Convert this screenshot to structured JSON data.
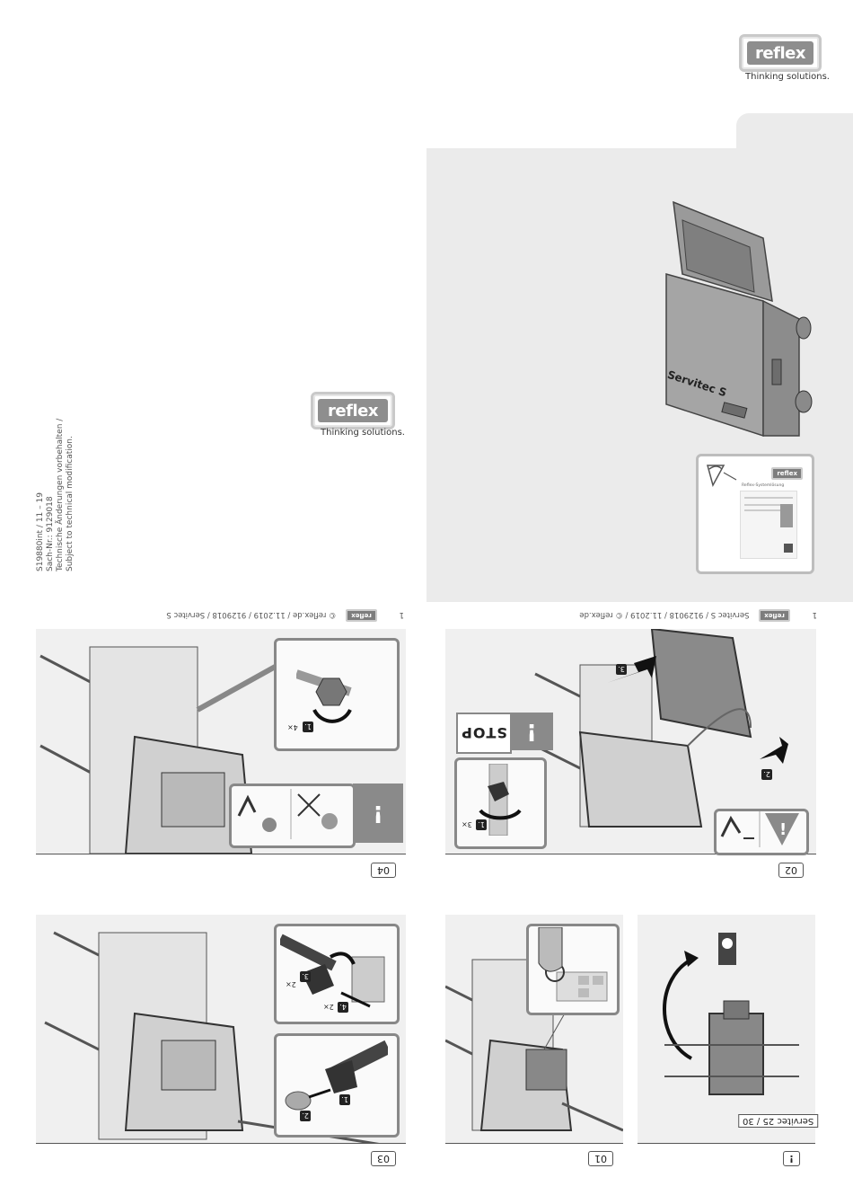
{
  "brand": {
    "name": "reflex",
    "tagline": "Thinking solutions."
  },
  "cover": {
    "product_label": "Servitec S",
    "card_title": "Reflex-Systemlösung",
    "icon_name": "eye-read-manual-icon"
  },
  "backside": {
    "doc_lines": [
      "S19880int / 11 – 19",
      "Sach-Nr.: 9129018",
      "Technische Änderungen vorbehalten /",
      "Subject to technical modification."
    ]
  },
  "footers": {
    "left": "© reflex.de / 11.2019 / 9129018 / Servitec S",
    "left_page": "1",
    "right": "Servitec S / 9129018 / 11.2019 / © reflex.de",
    "right_page": "1",
    "logo_text": "reflex"
  },
  "steps": {
    "s01": "01",
    "s02": "02",
    "s03": "03",
    "s04": "04",
    "warn": "!",
    "variant_label": "Servitec 25 / 30"
  },
  "callouts": {
    "c1": "1.",
    "c2": "2.",
    "c3": "3.",
    "c4": "4.",
    "x4": "4×",
    "x3": "3×",
    "x2a": "2×",
    "x2b": "2×",
    "stop": "STOP",
    "excl": "!"
  },
  "colors": {
    "panel_grey": "#ebebeb",
    "logo_grey": "#8e8e8e",
    "outline": "#555555"
  }
}
